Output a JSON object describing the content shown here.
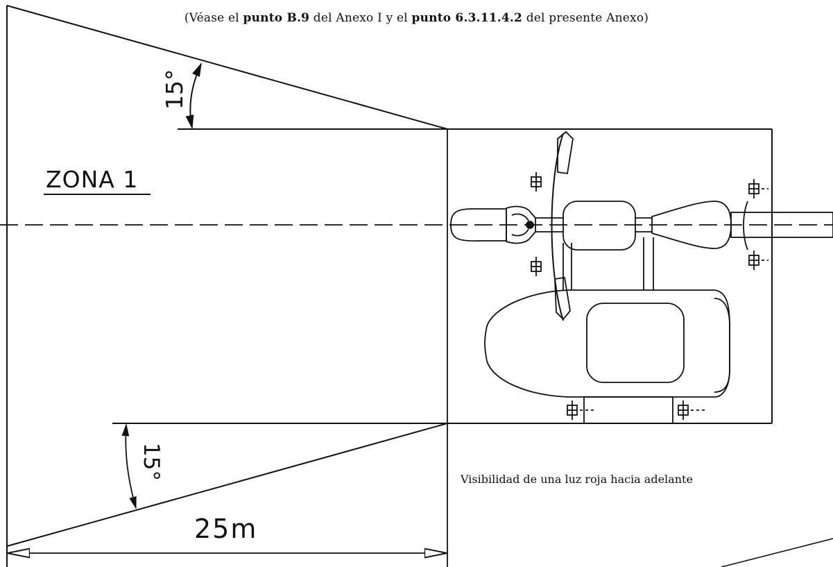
{
  "reference": {
    "open_paren": "(",
    "word1": "Véase el",
    "word2": "punto B.9",
    "word3": "del Anexo I y el",
    "word4": "punto 6.3.11.4.2",
    "word5": "del presente Anexo",
    "close_paren": ")"
  },
  "labels": {
    "zone": "ZONA 1",
    "angle_top": "15°",
    "angle_bottom": "15°",
    "distance": "25m"
  },
  "caption": "Visibilidad de una luz roja hacia adelante"
}
